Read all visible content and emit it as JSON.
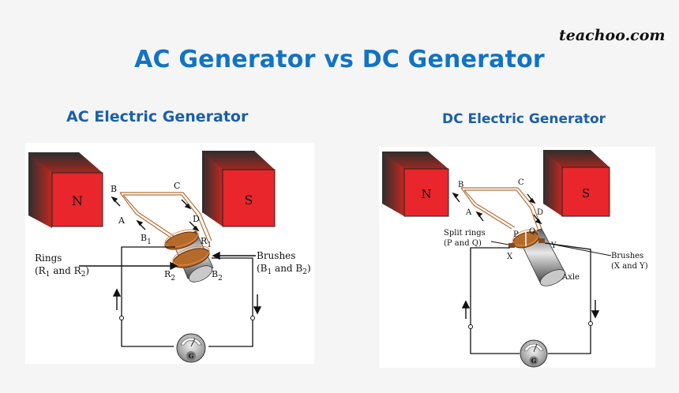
{
  "brand": "teachoo.com",
  "title": "AC Generator vs DC Generator",
  "ac": {
    "heading": "AC Electric Generator",
    "north_label": "N",
    "south_label": "S",
    "coil_labels": {
      "a": "A",
      "b": "B",
      "c": "C",
      "d": "D"
    },
    "b1": "B",
    "b1_sub": "1",
    "r1": "R",
    "r1_sub": "1",
    "r2": "R",
    "r2_sub": "2",
    "b2": "B",
    "b2_sub": "2",
    "rings_label": "Rings",
    "rings_detail": {
      "open": "(R",
      "s1": "1",
      "mid": " and R",
      "s2": "2",
      "close": ")"
    },
    "brushes_label": "Brushes",
    "brushes_detail": {
      "open": "(B",
      "s1": "1",
      "mid": " and B",
      "s2": "2",
      "close": ")"
    },
    "galvanometer": "G"
  },
  "dc": {
    "heading": "DC Electric Generator",
    "north_label": "N",
    "south_label": "S",
    "coil_labels": {
      "a": "A",
      "b": "B",
      "c": "C",
      "d": "D"
    },
    "split_rings_label": "Split rings",
    "split_rings_detail": "(P and Q)",
    "p": "P",
    "q": "Q",
    "x": "X",
    "y": "Y",
    "brushes_label": "Brushes",
    "brushes_detail": "(X and Y)",
    "axle_label": "Axle",
    "galvanometer": "G"
  },
  "colors": {
    "title_blue": "#1273c3",
    "subtitle_blue": "#1a5fa8",
    "magnet_red": "#e8262b",
    "magnet_dark": "#3a3a3a",
    "coil_wire": "#b8703a",
    "background": "#f5f5f5"
  }
}
